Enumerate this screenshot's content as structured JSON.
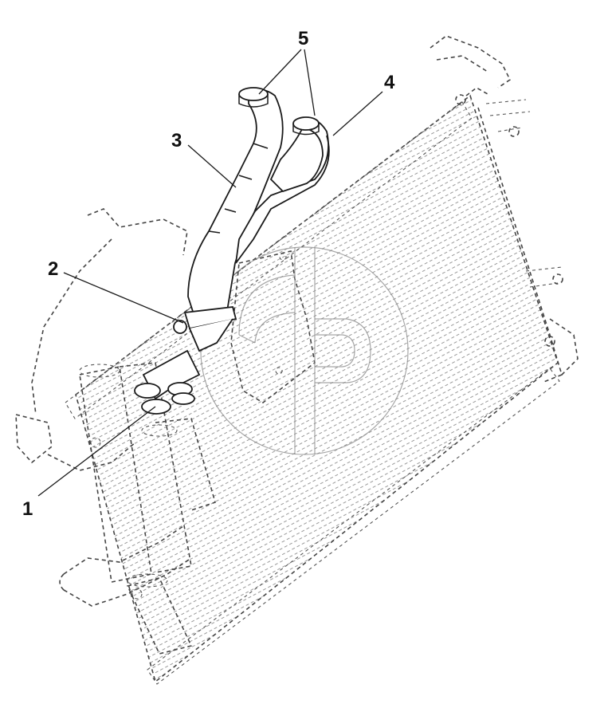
{
  "callouts": {
    "c1": "1",
    "c2": "2",
    "c3": "3",
    "c4": "4",
    "c5": "5"
  },
  "colors": {
    "line": "#1a1a1a",
    "dashed": "#444444",
    "background": "#ffffff"
  }
}
